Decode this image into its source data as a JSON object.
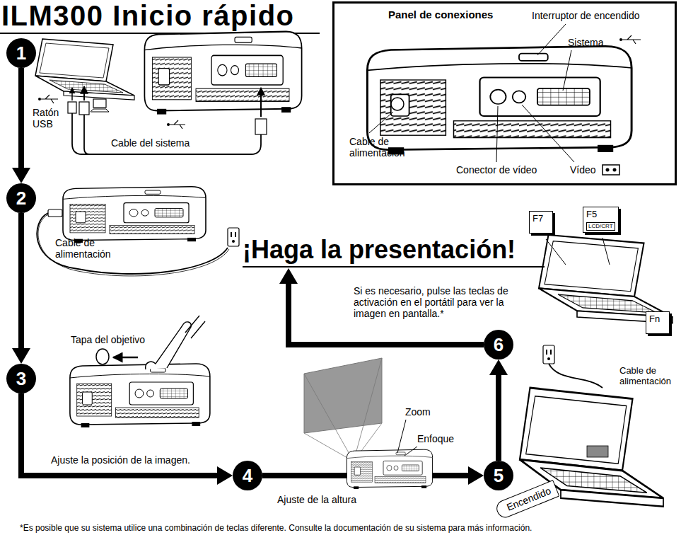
{
  "diagram": {
    "title": "ILM300 Inicio rápido",
    "caption": "*Es posible que su sistema utilice una combinación de teclas diferente. Consulte la documentación de su sistema para más información.",
    "nodes": [
      {
        "text": [
          "1"
        ]
      },
      {
        "text": [
          "2"
        ]
      },
      {
        "text": [
          "3"
        ]
      },
      {
        "text": [
          "4"
        ]
      },
      {
        "text": [
          "5"
        ]
      },
      {
        "text": [
          "6"
        ]
      },
      {
        "text": [
          "¡Haga la presentación!"
        ]
      },
      {
        "text": [
          "Panel de conexiones"
        ]
      },
      {
        "text": [
          "F7"
        ]
      },
      {
        "text": [
          "F5",
          "LCD/CRT"
        ]
      },
      {
        "text": [
          "Fn"
        ]
      },
      {
        "text": [
          "Encendido"
        ]
      }
    ],
    "edges": [
      {
        "from": 0,
        "to": 1,
        "arrow": "to"
      },
      {
        "from": 1,
        "to": 2,
        "arrow": "to"
      },
      {
        "from": 2,
        "to": 3,
        "arrow": "to",
        "label": "Ajuste la posición de la imagen."
      },
      {
        "from": 3,
        "to": 4,
        "arrow": "to"
      },
      {
        "from": 4,
        "to": 5,
        "arrow": "to"
      },
      {
        "from": 5,
        "to": 6,
        "arrow": "to"
      }
    ],
    "labels": [
      "Ratón USB",
      "Cable del sistema",
      "Interruptor de encendido",
      "Sistema",
      "Cable de alimentación",
      "Conector de vídeo",
      "Vídeo",
      "Cable de alimentación",
      "Si es necesario, pulse las teclas de activación en el portátil para ver la imagen en pantalla.*",
      "Tapa del objetivo",
      "Zoom",
      "Enfoque",
      "Ajuste de la altura",
      "Cable de alimentación"
    ]
  }
}
